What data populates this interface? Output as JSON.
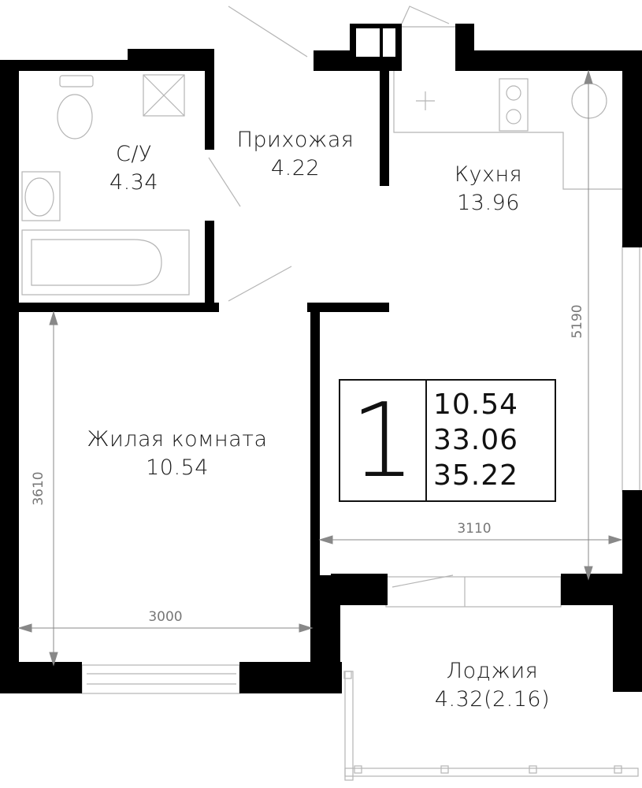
{
  "rooms": {
    "bathroom": {
      "name": "С/У",
      "area": "4.34"
    },
    "hallway": {
      "name": "Прихожая",
      "area": "4.22"
    },
    "kitchen": {
      "name": "Кухня",
      "area": "13.96"
    },
    "living": {
      "name": "Жилая комната",
      "area": "10.54"
    },
    "loggia": {
      "name": "Лоджия",
      "area": "4.32(2.16)"
    }
  },
  "dimensions": {
    "kitchen_height": "5190",
    "kitchen_width": "3110",
    "living_height": "3610",
    "living_width": "3000"
  },
  "summary": {
    "rooms_count": "1",
    "living_area": "10.54",
    "total_area": "33.06",
    "total_with_loggia": "35.22"
  },
  "colors": {
    "wall": "#000000",
    "line": "#aaaaaa",
    "text": "#1a1a1a"
  }
}
